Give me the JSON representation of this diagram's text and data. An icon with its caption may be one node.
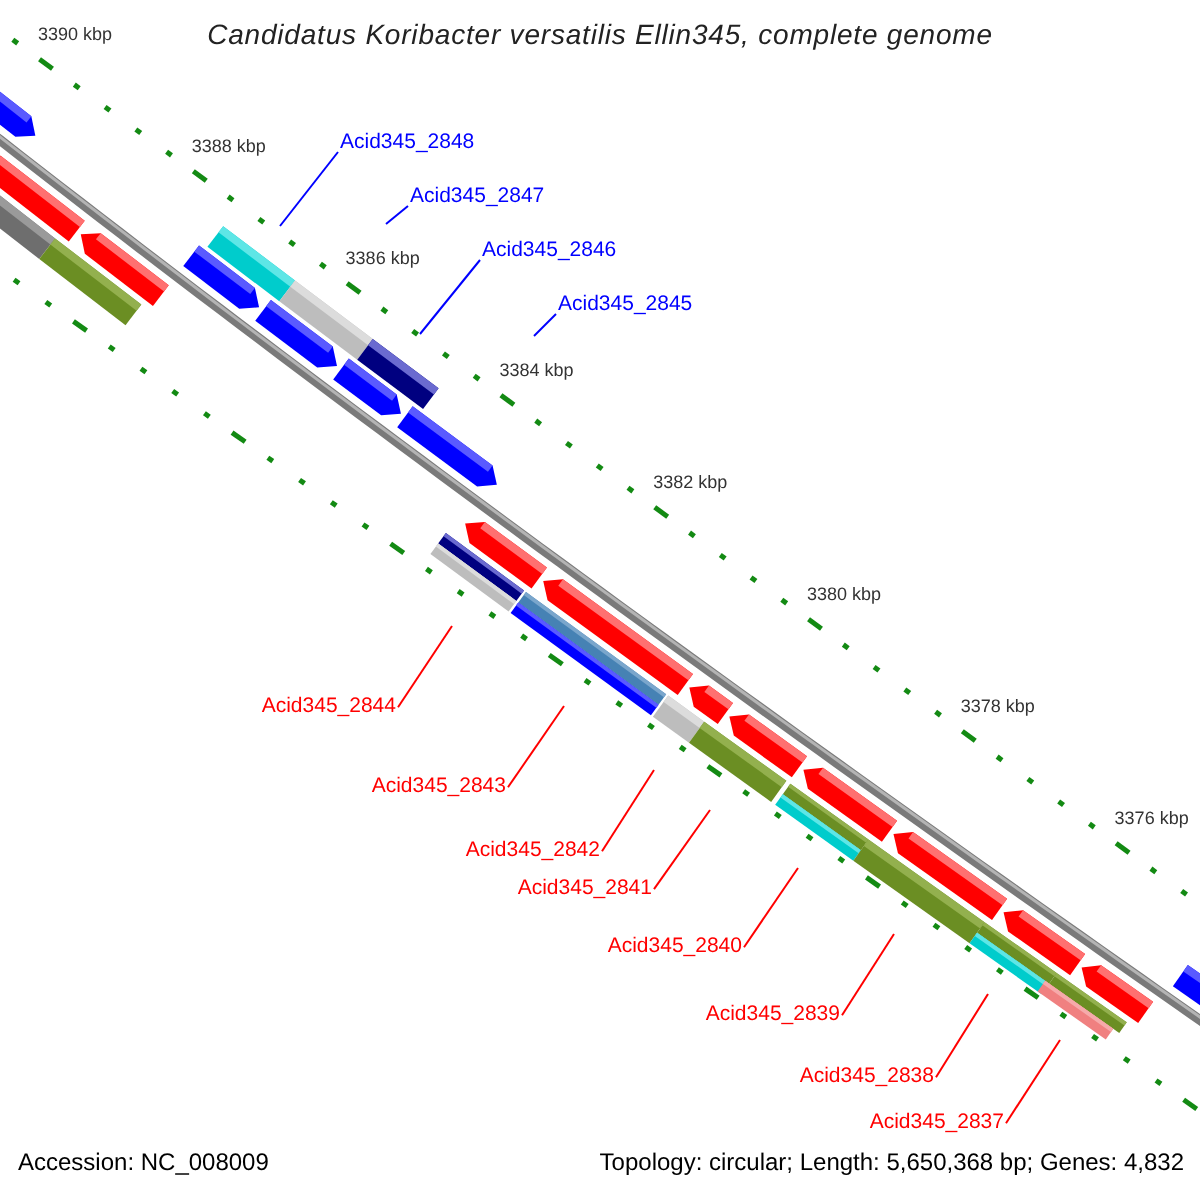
{
  "diagram": {
    "title": "Candidatus Koribacter versatilis Ellin345, complete genome",
    "nodes": [
      {
        "text": [
          "Acid345_2848"
        ]
      },
      {
        "text": [
          "Acid345_2847"
        ]
      },
      {
        "text": [
          "Acid345_2846"
        ]
      },
      {
        "text": [
          "Acid345_2845"
        ]
      },
      {
        "text": [
          "Acid345_2844"
        ]
      },
      {
        "text": [
          "Acid345_2843"
        ]
      },
      {
        "text": [
          "Acid345_2842"
        ]
      },
      {
        "text": [
          "Acid345_2841"
        ]
      },
      {
        "text": [
          "Acid345_2840"
        ]
      },
      {
        "text": [
          "Acid345_2839"
        ]
      },
      {
        "text": [
          "Acid345_2838"
        ]
      },
      {
        "text": [
          "Acid345_2837"
        ]
      }
    ],
    "edges": [
      {
        "from": 0,
        "to": null,
        "arrow": "none",
        "color": "#0000ff"
      },
      {
        "from": 1,
        "to": null,
        "arrow": "none",
        "color": "#0000ff"
      },
      {
        "from": 2,
        "to": null,
        "arrow": "none",
        "color": "#0000ff"
      },
      {
        "from": 3,
        "to": null,
        "arrow": "none",
        "color": "#0000ff"
      },
      {
        "from": 4,
        "to": null,
        "arrow": "none"
      },
      {
        "from": 5,
        "to": null,
        "arrow": "none"
      },
      {
        "from": 6,
        "to": null,
        "arrow": "none"
      },
      {
        "from": 7,
        "to": null,
        "arrow": "none"
      },
      {
        "from": 8,
        "to": null,
        "arrow": "none"
      },
      {
        "from": 9,
        "to": null,
        "arrow": "none"
      },
      {
        "from": 10,
        "to": null,
        "arrow": "none"
      },
      {
        "from": 11,
        "to": null,
        "arrow": "none"
      }
    ],
    "labels": [
      "3390 kbp",
      "3388 kbp",
      "3386 kbp",
      "3384 kbp",
      "3382 kbp",
      "3380 kbp",
      "3378 kbp",
      "3376 kbp",
      "Accession: NC_008009",
      "Topology: circular; Length: 5,650,368 bp; Genes: 4,832"
    ]
  }
}
